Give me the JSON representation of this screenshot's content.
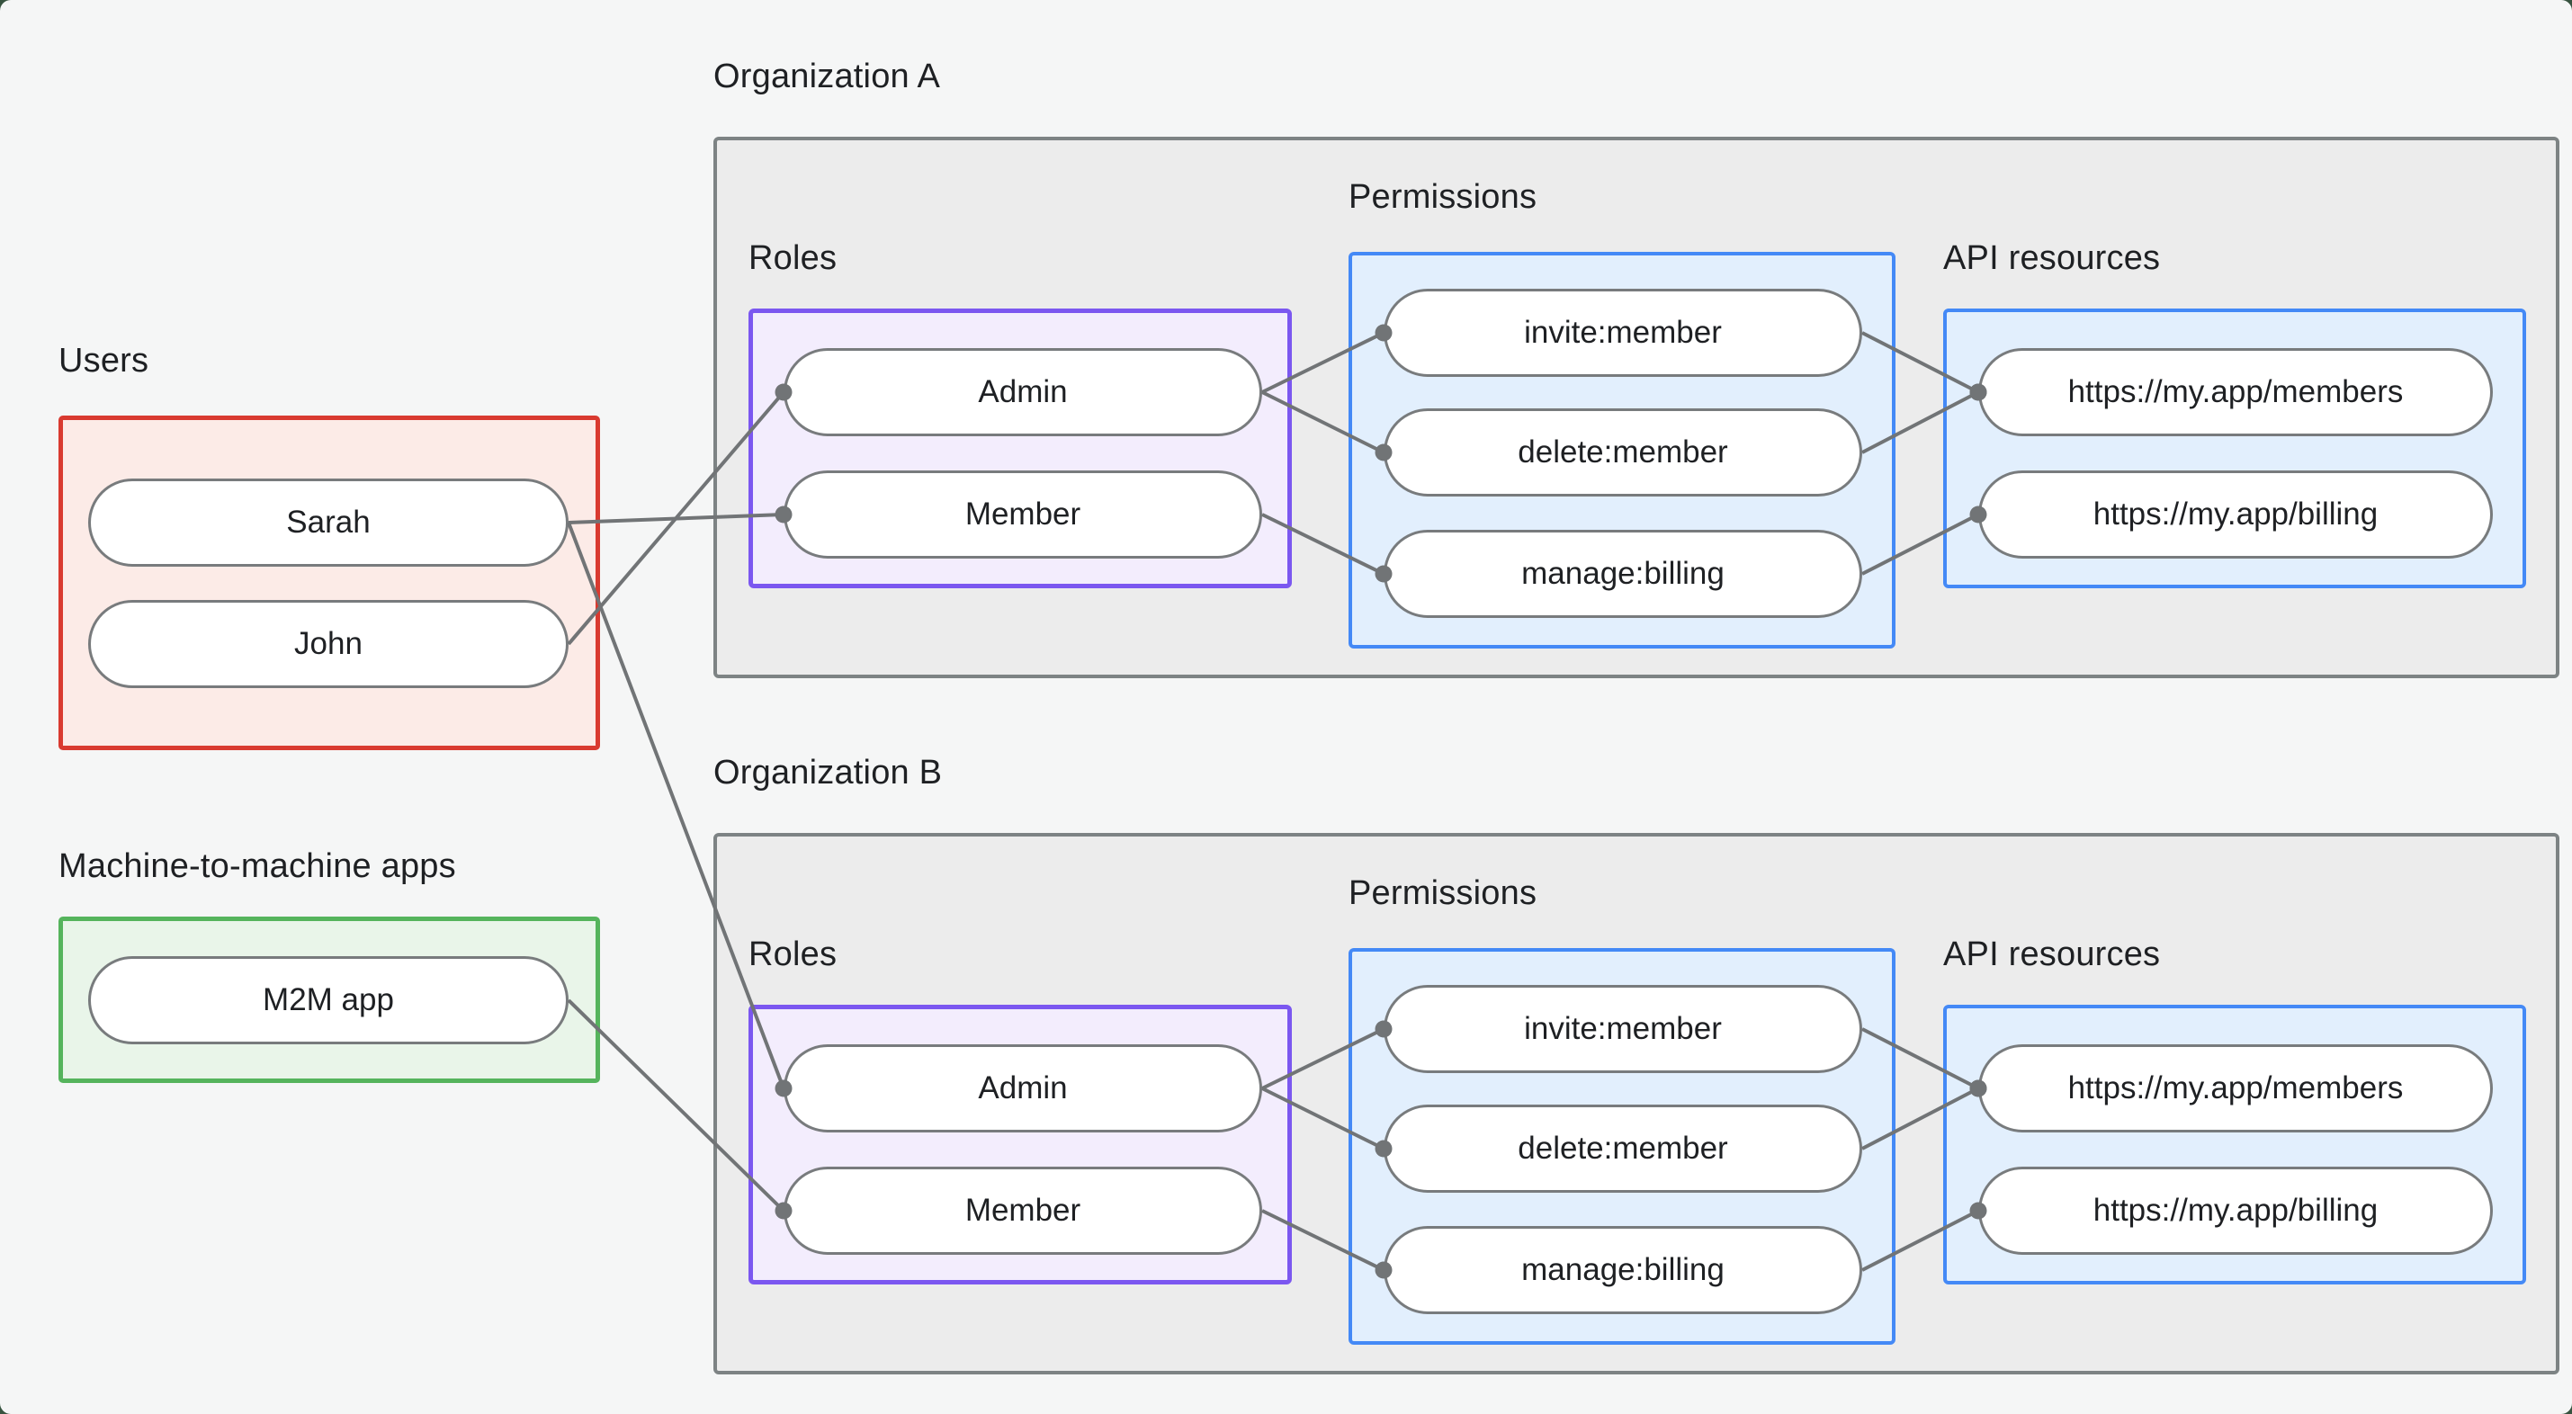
{
  "colors": {
    "backdrop": "#37533f",
    "panel_bg": "#f5f6f6",
    "org_fill": "#ececec",
    "org_border": "#7d8384",
    "users_fill": "#fcebe7",
    "users_border": "#d93a30",
    "m2m_fill": "#e9f5e9",
    "m2m_border": "#55b45c",
    "roles_fill": "#f3edfd",
    "roles_border": "#7b57f0",
    "blue_fill": "#e2effd",
    "blue_border": "#4489f6",
    "pill_border": "#787b7d",
    "line": "#717476",
    "text": "#1e2023"
  },
  "users_section": {
    "label": "Users",
    "items": [
      "Sarah",
      "John"
    ]
  },
  "m2m_section": {
    "label": "Machine-to-machine apps",
    "items": [
      "M2M app"
    ]
  },
  "organizations": [
    {
      "title": "Organization A",
      "roles": {
        "label": "Roles",
        "items": [
          "Admin",
          "Member"
        ]
      },
      "permissions": {
        "label": "Permissions",
        "items": [
          "invite:member",
          "delete:member",
          "manage:billing"
        ]
      },
      "api_resources": {
        "label": "API resources",
        "items": [
          "https://my.app/members",
          "https://my.app/billing"
        ]
      }
    },
    {
      "title": "Organization B",
      "roles": {
        "label": "Roles",
        "items": [
          "Admin",
          "Member"
        ]
      },
      "permissions": {
        "label": "Permissions",
        "items": [
          "invite:member",
          "delete:member",
          "manage:billing"
        ]
      },
      "api_resources": {
        "label": "API resources",
        "items": [
          "https://my.app/members",
          "https://my.app/billing"
        ]
      }
    }
  ],
  "edges": [
    {
      "from": "user-john",
      "to": "a-role-admin"
    },
    {
      "from": "user-sarah",
      "to": "a-role-member"
    },
    {
      "from": "user-sarah",
      "to": "b-role-admin"
    },
    {
      "from": "m2m-app",
      "to": "b-role-member"
    },
    {
      "from": "a-role-admin",
      "to": "a-perm-invite"
    },
    {
      "from": "a-role-admin",
      "to": "a-perm-delete"
    },
    {
      "from": "a-role-member",
      "to": "a-perm-manage"
    },
    {
      "from": "a-perm-invite",
      "to": "a-api-members"
    },
    {
      "from": "a-perm-delete",
      "to": "a-api-members"
    },
    {
      "from": "a-perm-manage",
      "to": "a-api-billing"
    },
    {
      "from": "b-role-admin",
      "to": "b-perm-invite"
    },
    {
      "from": "b-role-admin",
      "to": "b-perm-delete"
    },
    {
      "from": "b-role-member",
      "to": "b-perm-manage"
    },
    {
      "from": "b-perm-invite",
      "to": "b-api-members"
    },
    {
      "from": "b-perm-delete",
      "to": "b-api-members"
    },
    {
      "from": "b-perm-manage",
      "to": "b-api-billing"
    }
  ]
}
